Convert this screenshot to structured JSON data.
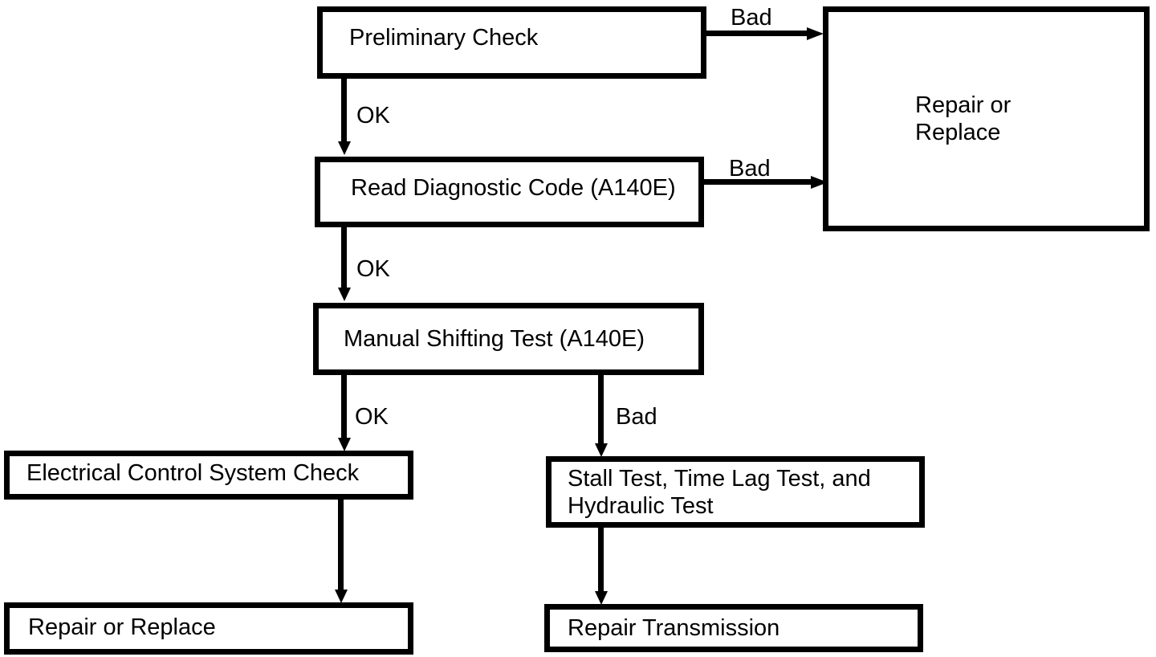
{
  "flowchart": {
    "background_color": "#ffffff",
    "line_color": "#000000",
    "nodes": {
      "preliminary": {
        "label": "Preliminary Check"
      },
      "read_code": {
        "label": "Read Diagnostic Code (A140E)"
      },
      "manual_test": {
        "label": "Manual Shifting Test (A140E)"
      },
      "repair_replace_right": {
        "line1": "Repair or",
        "line2": "Replace"
      },
      "electrical_check": {
        "label": "Electrical Control System Check"
      },
      "stall_test": {
        "line1": "Stall Test, Time Lag Test, and",
        "line2": "Hydraulic Test"
      },
      "repair_replace_bottom": {
        "label": "Repair or Replace"
      },
      "repair_transmission": {
        "label": "Repair Transmission"
      }
    },
    "edge_labels": {
      "preliminary_ok": "OK",
      "preliminary_bad": "Bad",
      "read_code_ok": "OK",
      "read_code_bad": "Bad",
      "manual_ok": "OK",
      "manual_bad": "Bad"
    }
  }
}
